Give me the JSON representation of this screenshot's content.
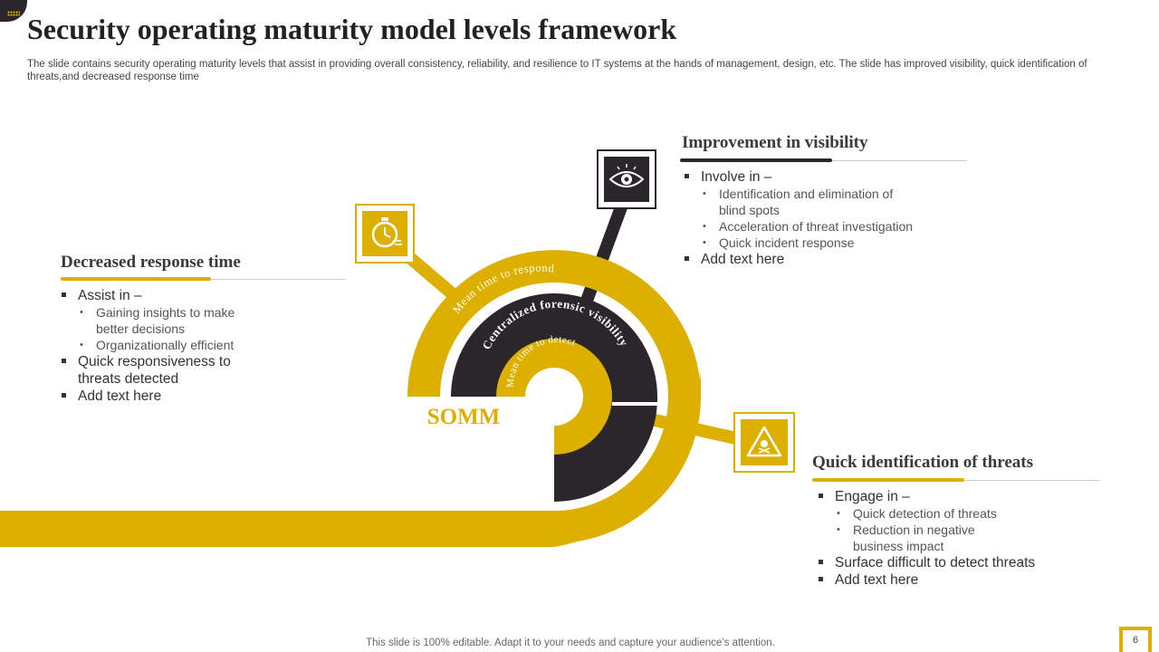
{
  "header": {
    "title": "Security operating maturity model levels framework",
    "subtitle": "The slide contains security operating maturity levels that assist in providing overall consistency, reliability, and resilience to IT systems at the hands of management, design, etc. The slide has improved visibility, quick identification of threats,and decreased response time"
  },
  "colors": {
    "accent": "#ddb000",
    "dark": "#2b262b"
  },
  "diagram": {
    "center_label": "SOMM",
    "outer_ring_label": "Mean time to respond",
    "middle_ring_label": "Centralized forensic visibility",
    "inner_ring_label": "Mean time to detect",
    "icons": [
      "stopwatch-icon",
      "eye-icon",
      "warning-skull-icon"
    ]
  },
  "sections": {
    "response": {
      "title": "Decreased response time",
      "item1": "Assist in –",
      "sub1": "Gaining insights to make better decisions",
      "sub2": "Organizationally efficient",
      "item2": "Quick responsiveness to threats detected",
      "item3": "Add text here"
    },
    "visibility": {
      "title": "Improvement  in visibility",
      "item1": "Involve  in –",
      "sub1": "Identification and elimination of blind spots",
      "sub2": "Acceleration of threat investigation",
      "sub3": "Quick incident response",
      "item2": "Add text here"
    },
    "threats": {
      "title": "Quick identification  of  threats",
      "item1": "Engage in –",
      "sub1": "Quick detection of threats",
      "sub2": "Reduction in negative business impact",
      "item2": "Surface difficult to detect threats",
      "item3": "Add text here"
    }
  },
  "footer": {
    "note": "This slide is 100% editable. Adapt it to your needs and capture your audience’s attention.",
    "page_number": "6"
  }
}
